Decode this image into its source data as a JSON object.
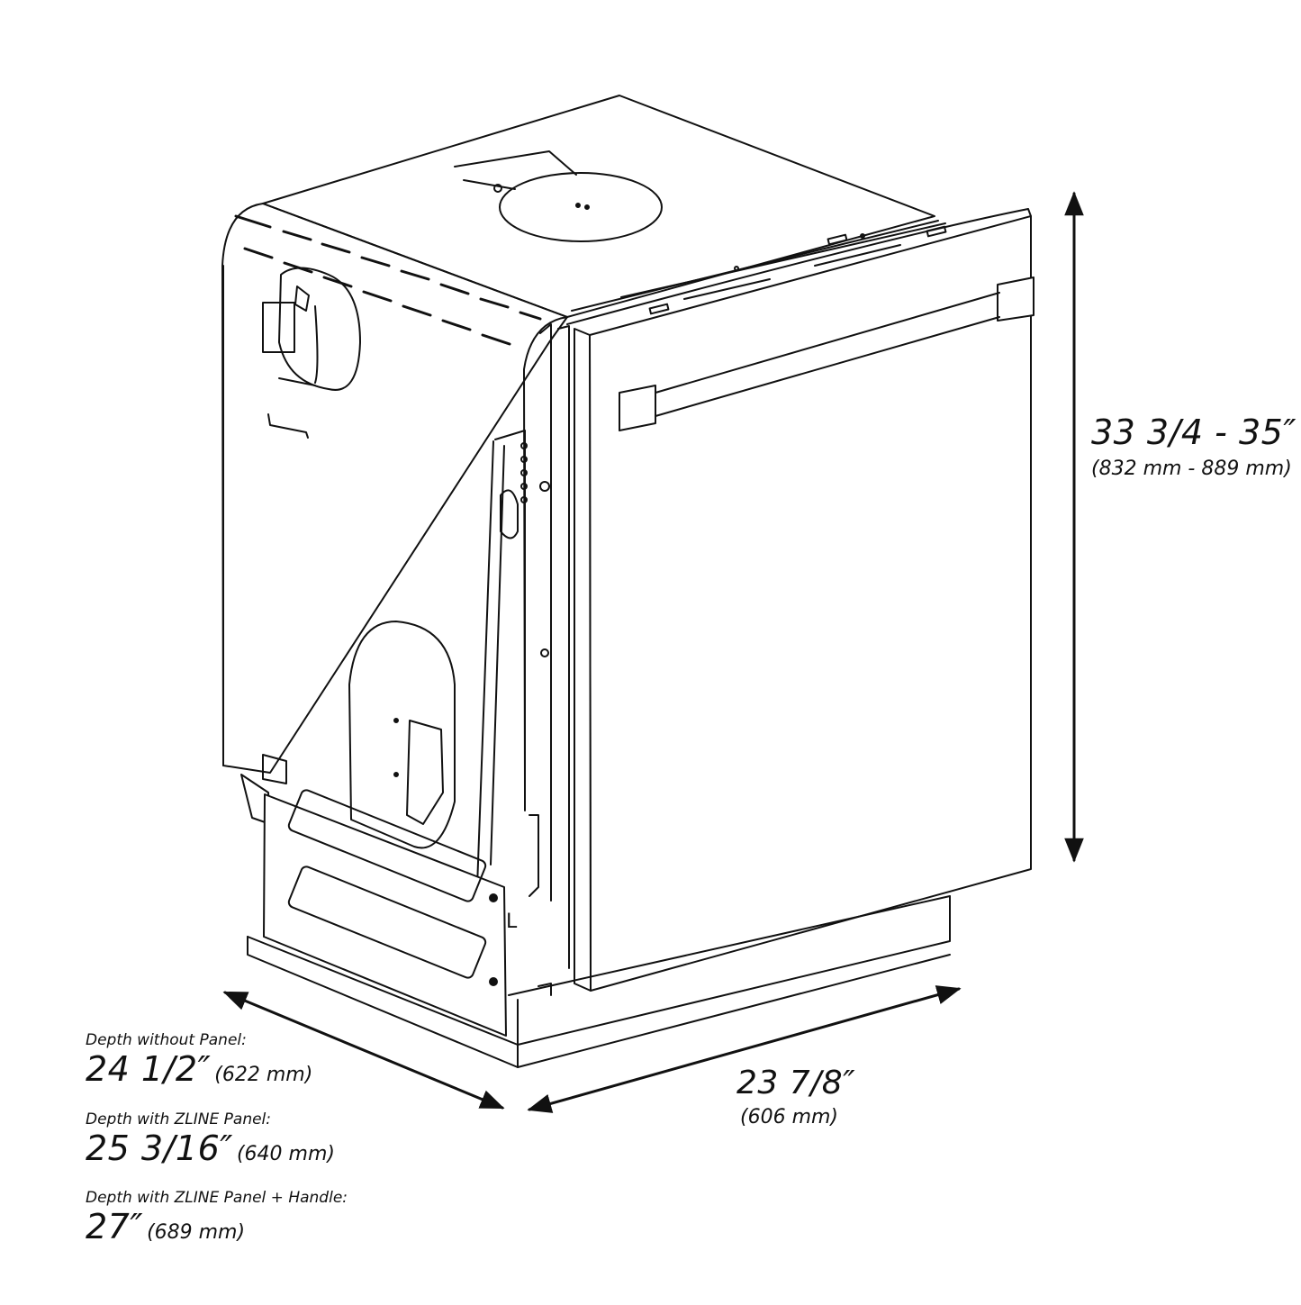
{
  "dimensions": {
    "height": {
      "imperial": "33 3/4 - 35″",
      "metric": "(832 mm - 889 mm)"
    },
    "width": {
      "imperial": "23 7/8″",
      "metric": "(606 mm)"
    },
    "depths": [
      {
        "caption": "Depth without Panel:",
        "imperial": "24 1/2″",
        "metric": "(622 mm)"
      },
      {
        "caption": "Depth with ZLINE Panel:",
        "imperial": "25 3/16″",
        "metric": "(640 mm)"
      },
      {
        "caption": "Depth with ZLINE Panel + Handle:",
        "imperial": "27″",
        "metric": "(689 mm)"
      }
    ]
  },
  "drawing": {
    "subject": "dishwasher",
    "line_color": "#111111",
    "fill_color": "#ffffff",
    "side_marking": "L"
  }
}
